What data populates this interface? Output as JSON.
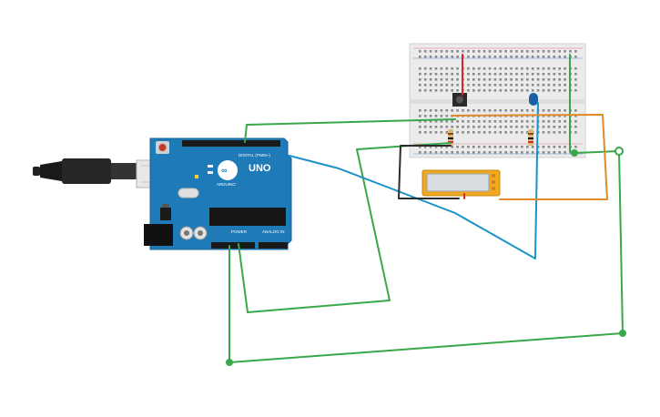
{
  "app": {
    "title": ""
  },
  "arduino": {
    "model_label": "UNO",
    "brand_label": "ARDUINO",
    "digital_label": "DIGITAL (PWM~)",
    "power_label": "POWER",
    "analog_label": "ANALOG IN"
  },
  "breadboard": {
    "column_count": 30
  },
  "lcd": {
    "text": ""
  },
  "colors": {
    "board_blue": "#1f7bb8",
    "wire_green": "#3aa84a",
    "wire_blue": "#1c93c9",
    "wire_orange": "#e08a2a",
    "wire_black": "#2b2b2b",
    "wire_red": "#d9252a",
    "lcd_frame": "#f0a91e",
    "lcd_screen": "#d7dde0"
  },
  "icons": {
    "usb": "usb-cable-icon",
    "button": "pushbutton-icon",
    "led": "led-icon",
    "resistor": "resistor-icon"
  }
}
